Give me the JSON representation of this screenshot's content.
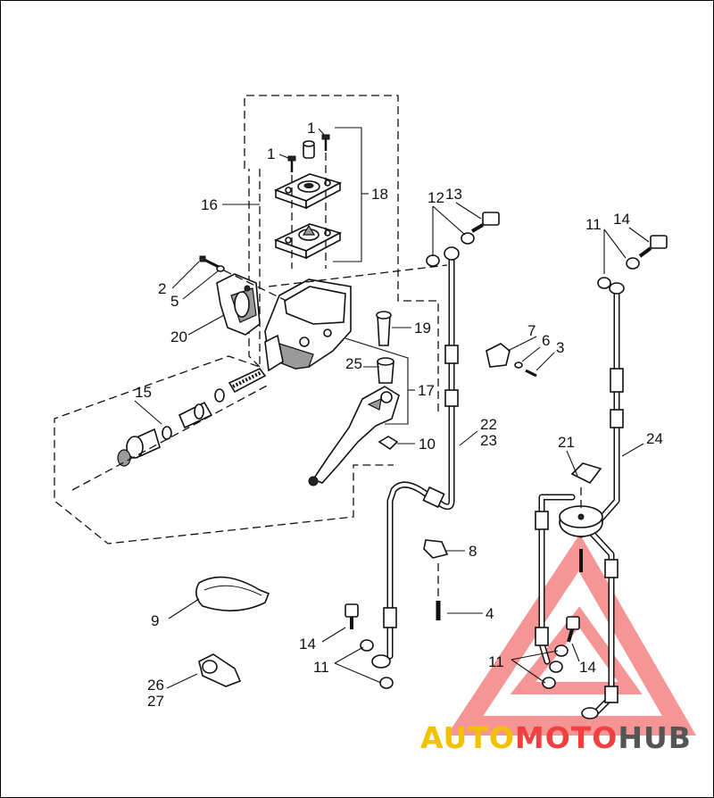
{
  "labels": {
    "l1a": "1",
    "l1b": "1",
    "l2": "2",
    "l3": "3",
    "l4": "4",
    "l5": "5",
    "l6": "6",
    "l7": "7",
    "l8": "8",
    "l9": "9",
    "l10": "10",
    "l11a": "11",
    "l11b": "11",
    "l11c": "11",
    "l12": "12",
    "l13": "13",
    "l14a": "14",
    "l14b": "14",
    "l14c": "14",
    "l15": "15",
    "l16": "16",
    "l17": "17",
    "l18": "18",
    "l19": "19",
    "l20": "20",
    "l21": "21",
    "l22": "22",
    "l23": "23",
    "l24": "24",
    "l25": "25",
    "l26": "26",
    "l27": "27"
  },
  "watermark": {
    "part1": "AUTO",
    "part2": "MOTO",
    "part3": "HUB",
    "colors": {
      "auto": "#f2c200",
      "moto": "#f04040",
      "hub": "#555555",
      "triangle": "#f04040"
    }
  },
  "colors": {
    "line": "#111111",
    "background": "#ffffff"
  }
}
